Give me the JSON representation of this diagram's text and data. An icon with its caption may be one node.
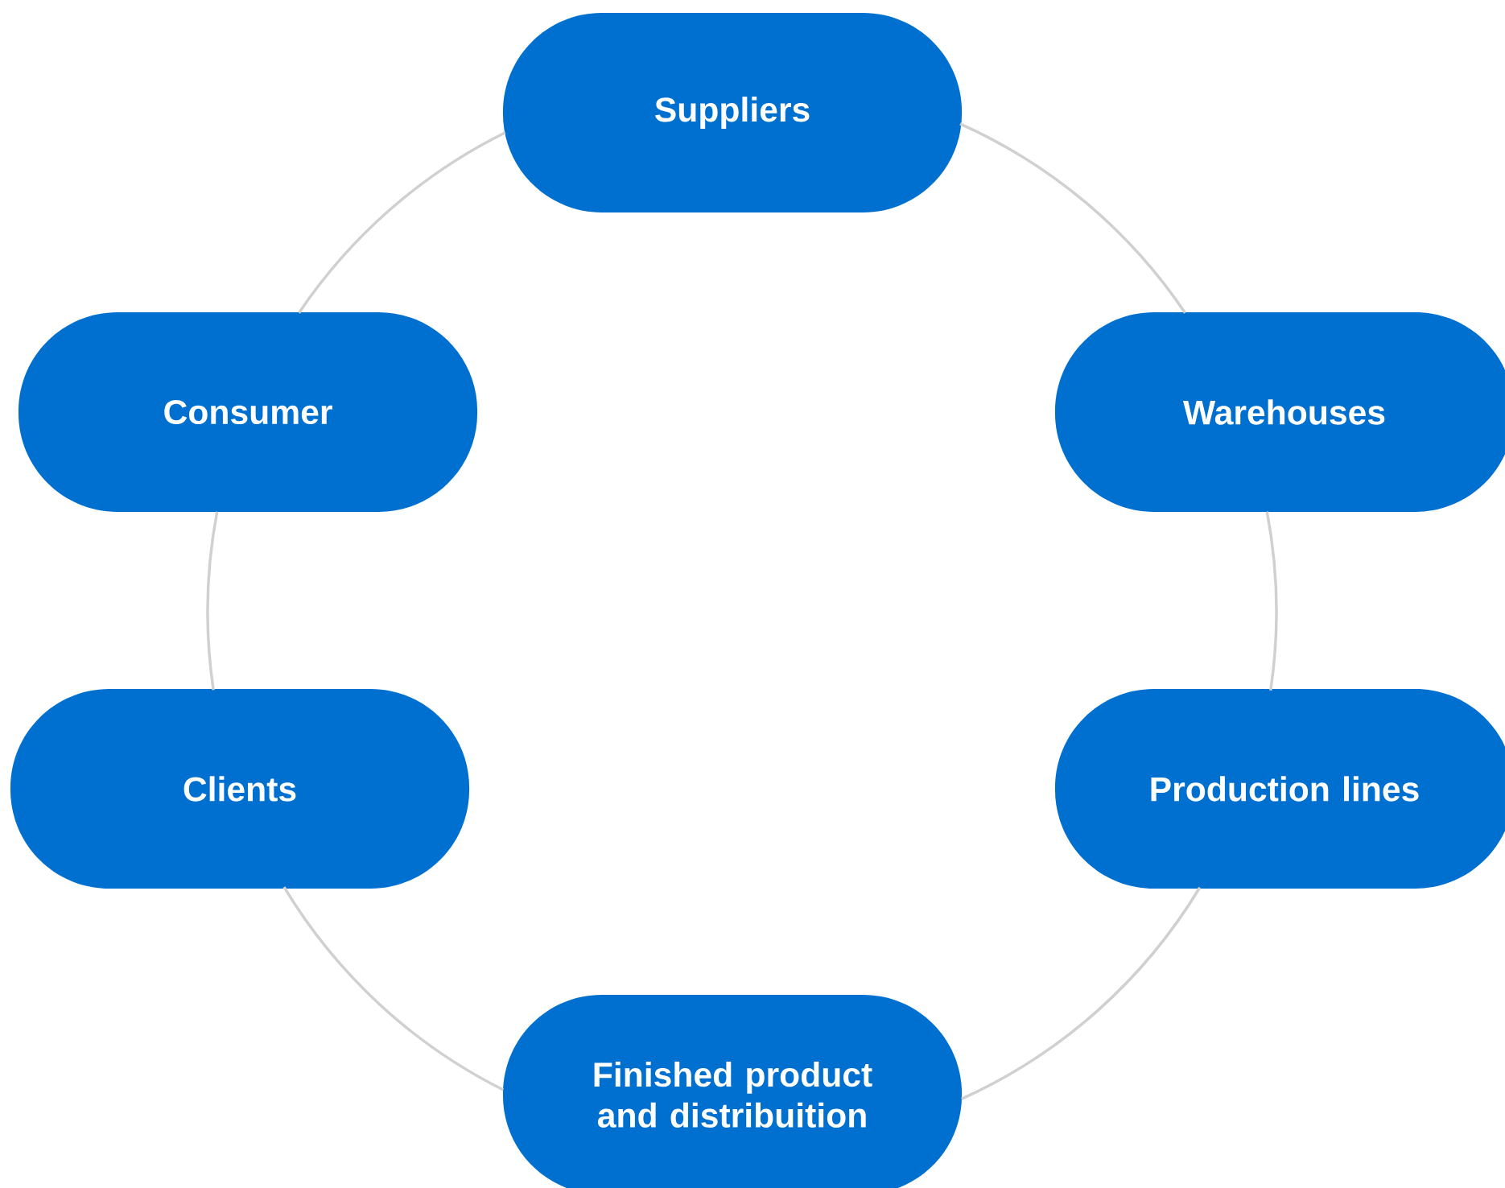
{
  "diagram": {
    "nodes": [
      {
        "text": [
          "Suppliers"
        ]
      },
      {
        "text": [
          "Warehouses"
        ]
      },
      {
        "text": [
          "Production lines"
        ]
      },
      {
        "text": [
          "Finished product and distribuition"
        ]
      },
      {
        "text": [
          "Clients"
        ]
      },
      {
        "text": [
          "Consumer"
        ]
      }
    ],
    "edges": [
      {
        "from": 0,
        "to": 1,
        "arrow": "none"
      },
      {
        "from": 1,
        "to": 2,
        "arrow": "none"
      },
      {
        "from": 2,
        "to": 3,
        "arrow": "none"
      },
      {
        "from": 3,
        "to": 4,
        "arrow": "none"
      },
      {
        "from": 4,
        "to": 5,
        "arrow": "none"
      },
      {
        "from": 5,
        "to": 0,
        "arrow": "none"
      }
    ]
  }
}
